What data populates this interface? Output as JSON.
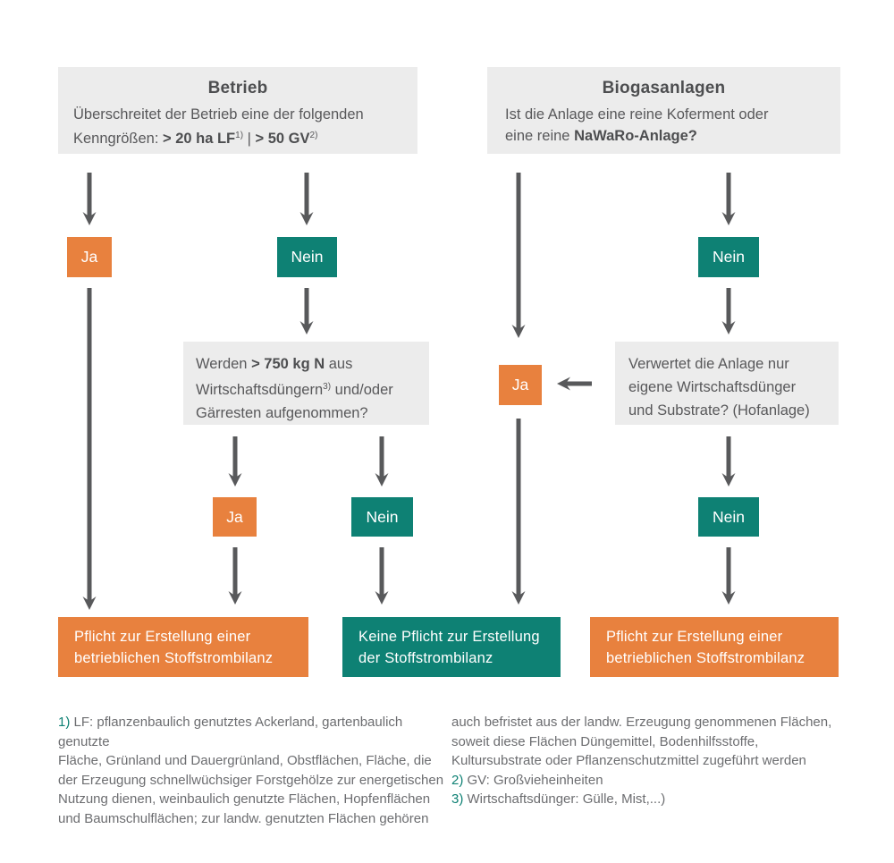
{
  "colors": {
    "orange": "#E8813E",
    "teal": "#0E8174",
    "box_gray": "#ECECEC",
    "arrow_gray": "#58595B",
    "title_text": "#4D4E50",
    "body_text": "#58585A",
    "result_text": "#FFFFFF",
    "footnote_gray": "#6C6D70"
  },
  "betrieb": {
    "title": "Betrieb",
    "line1": "Überschreitet der Betrieb eine der folgenden",
    "line2_prefix": "Kenngrößen: ",
    "line2_bold1": "> 20 ha LF",
    "line2_sup1": "1)",
    "line2_sep": " | ",
    "line2_bold2": "> 50 GV",
    "line2_sup2": "2)"
  },
  "biogas": {
    "title": "Biogasanlagen",
    "line1": "Ist die Anlage eine reine Koferment oder",
    "line2_prefix": "eine reine ",
    "line2_bold": "NaWaRo-Anlage?"
  },
  "werden": {
    "line1_prefix": "Werden ",
    "line1_bold": "> 750 kg N",
    "line1_suffix": " aus",
    "line2_text": "Wirtschaftsdüngern",
    "line2_sup": "3)",
    "line2_suffix": " und/oder",
    "line3": "Gärresten aufgenommen?"
  },
  "verwertet": {
    "line1": "Verwertet die Anlage nur",
    "line2": "eigene Wirtschaftsdünger",
    "line3": "und Substrate? (Hofanlage)"
  },
  "badges": {
    "ja": "Ja",
    "nein": "Nein"
  },
  "results": {
    "left": {
      "line1": "Pflicht zur Erstellung einer",
      "line2": "betrieblichen Stoffstrombilanz"
    },
    "center": {
      "line1": "Keine Pflicht zur Erstellung",
      "line2": "der Stoffstrombilanz"
    },
    "right": {
      "line1": "Pflicht zur Erstellung einer",
      "line2": "betrieblichen Stoffstrombilanz"
    }
  },
  "footnotes": {
    "left": [
      {
        "marker": "1)",
        "text": " LF: pflanzenbaulich genutztes Ackerland, gartenbaulich genutzte"
      },
      {
        "marker": "",
        "text": "Fläche, Grünland und Dauergrünland, Obstflächen, Fläche, die"
      },
      {
        "marker": "",
        "text": "der Erzeugung schnellwüchsiger Forstgehölze zur energetischen"
      },
      {
        "marker": "",
        "text": "Nutzung dienen, weinbaulich genutzte Flächen, Hopfenflächen"
      },
      {
        "marker": "",
        "text": "und Baumschulflächen; zur landw. genutzten Flächen gehören"
      }
    ],
    "right": [
      {
        "marker": "",
        "text": "auch befristet aus der landw. Erzeugung genommenen Flächen,"
      },
      {
        "marker": "",
        "text": "soweit diese Flächen Düngemittel, Bodenhilfsstoffe,"
      },
      {
        "marker": "",
        "text": "Kultursubstrate oder Pflanzenschutzmittel zugeführt werden"
      },
      {
        "marker": "2)",
        "text": " GV: Großvieheinheiten"
      },
      {
        "marker": "3)",
        "text": " Wirtschaftsdünger: Gülle, Mist,...)"
      }
    ]
  }
}
